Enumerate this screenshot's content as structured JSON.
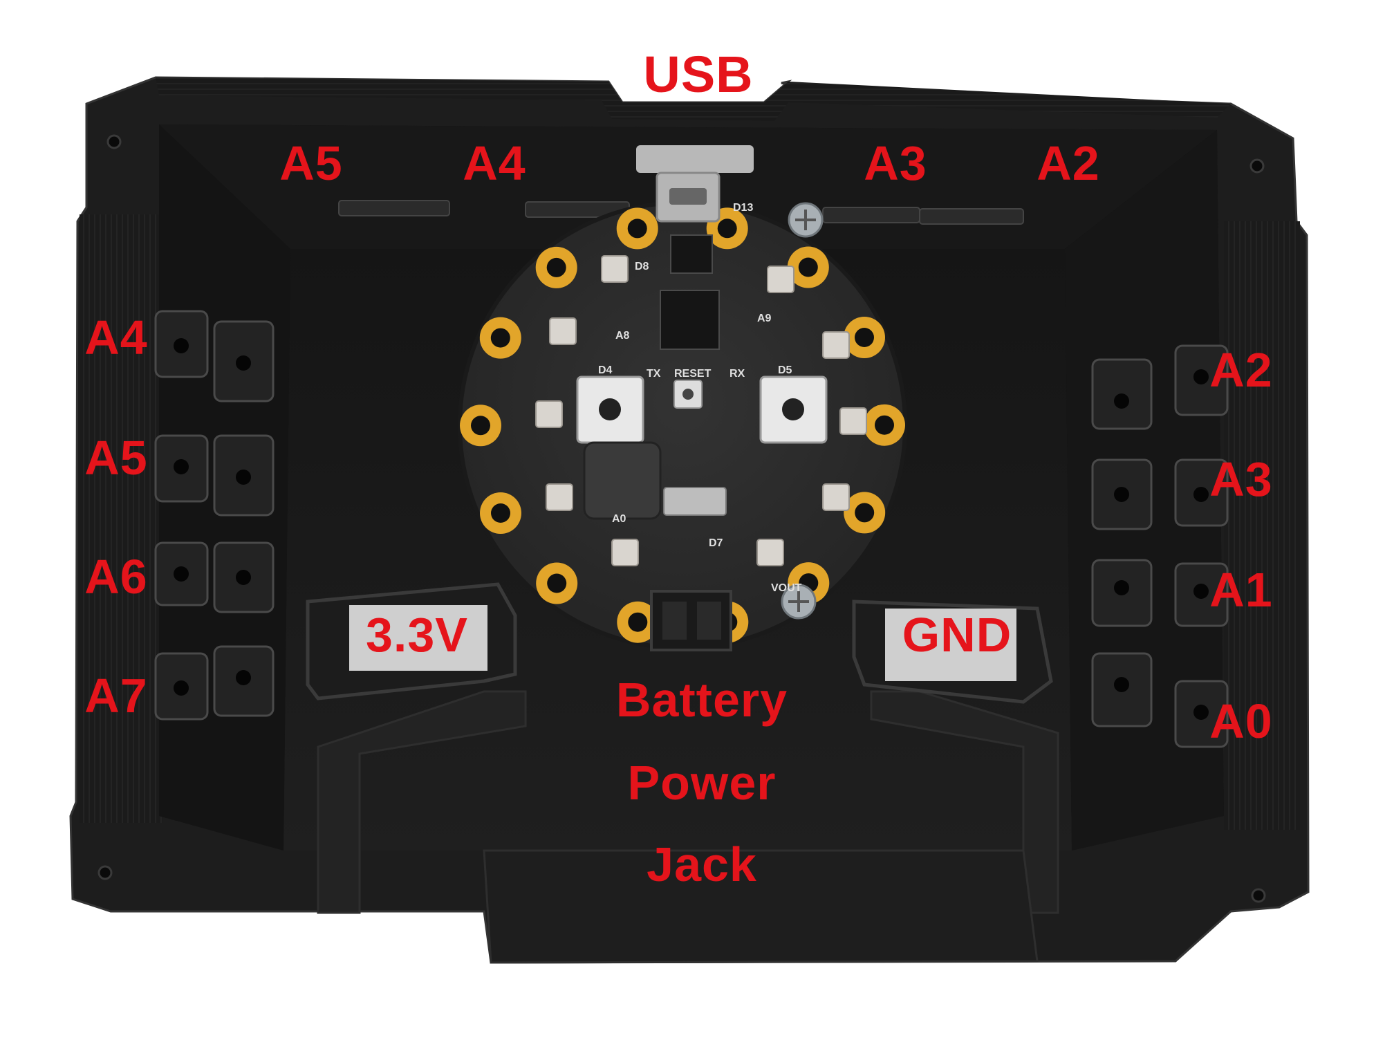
{
  "image": {
    "colors": {
      "background": "#ffffff",
      "enclosure": "#1c1c1c",
      "enclosure_edge": "#2c2c2c",
      "board": "#2a2a2a",
      "pad_gold": "#e2a52a",
      "label_red": "#e5141b"
    },
    "labels": {
      "usb": "USB",
      "top_a5": "A5",
      "top_a4": "A4",
      "top_a3": "A3",
      "top_a2": "A2",
      "left_a4": "A4",
      "left_a5": "A5",
      "left_a6": "A6",
      "left_a7": "A7",
      "right_a2": "A2",
      "right_a3": "A3",
      "right_a1": "A1",
      "right_a0": "A0",
      "v33": "3.3V",
      "gnd": "GND",
      "battery_1": "Battery",
      "battery_2": "Power",
      "battery_3": "Jack"
    },
    "board_silkscreen": {
      "reset": "RESET",
      "tx": "TX",
      "rx": "RX",
      "d4": "D4",
      "d5": "D5",
      "d7": "D7",
      "d8": "D8",
      "d13": "D13",
      "a8": "A8",
      "a9": "A9",
      "a0": "A0",
      "vout": "VOUT"
    }
  }
}
